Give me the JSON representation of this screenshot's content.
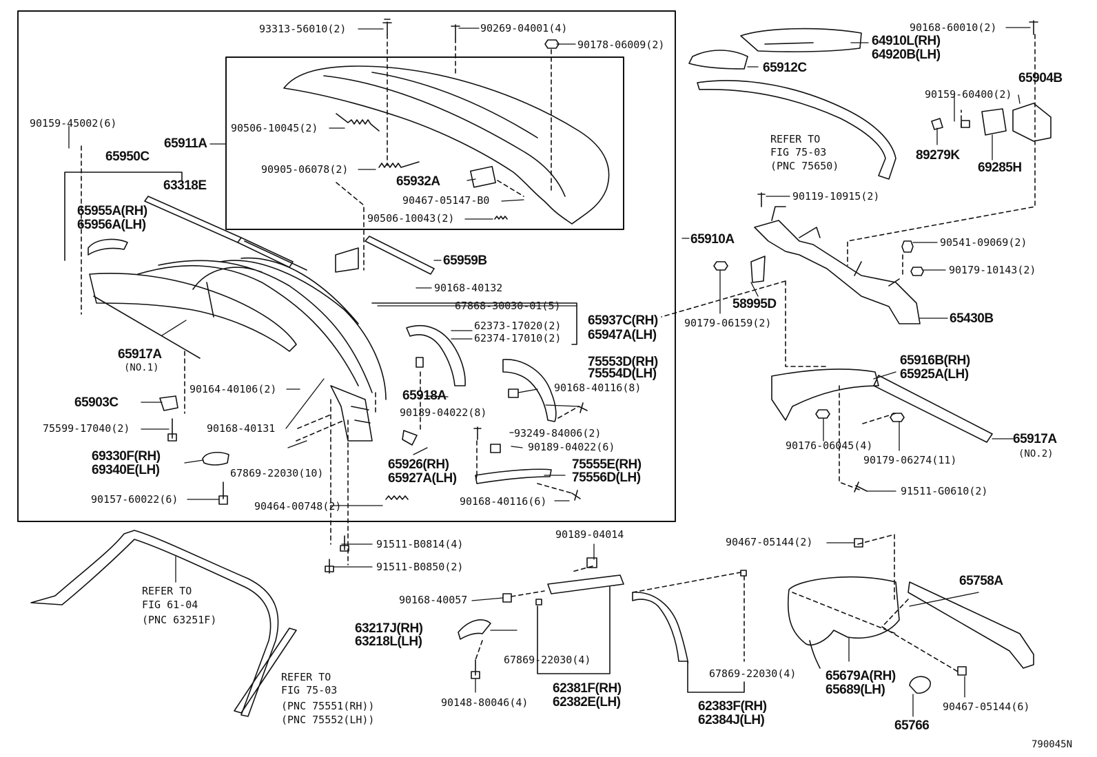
{
  "diagram_id": "790045N",
  "callouts": [
    {
      "id": "c1",
      "text": "93313-56010(2)"
    },
    {
      "id": "c2",
      "text": "90269-04001(4)"
    },
    {
      "id": "c3",
      "text": "90178-06009(2)"
    },
    {
      "id": "c4",
      "text": "90159-45002(6)"
    },
    {
      "id": "c5",
      "text": "65911A"
    },
    {
      "id": "c6",
      "text": "90506-10045(2)"
    },
    {
      "id": "c7",
      "text": "90905-06078(2)"
    },
    {
      "id": "c8",
      "text": "65932A"
    },
    {
      "id": "c9",
      "text": "90467-05147-B0"
    },
    {
      "id": "c10",
      "text": "90506-10043(2)"
    },
    {
      "id": "c11",
      "text": "65950C"
    },
    {
      "id": "c12",
      "text": "63318E"
    },
    {
      "id": "c13",
      "text": "65955A(RH)"
    },
    {
      "id": "c14",
      "text": "65956A(LH)"
    },
    {
      "id": "c15",
      "text": "65959B"
    },
    {
      "id": "c16",
      "text": "90168-40132"
    },
    {
      "id": "c17",
      "text": "67868-30030-01(5)"
    },
    {
      "id": "c18",
      "text": "62373-17020(2)"
    },
    {
      "id": "c19",
      "text": "62374-17010(2)"
    },
    {
      "id": "c20",
      "text": "65937C(RH)"
    },
    {
      "id": "c21",
      "text": "65947A(LH)"
    },
    {
      "id": "c22",
      "text": "65917A"
    },
    {
      "id": "c23",
      "text": "(NO.1)"
    },
    {
      "id": "c24",
      "text": "90164-40106(2)"
    },
    {
      "id": "c25",
      "text": "65918A"
    },
    {
      "id": "c26",
      "text": "75553D(RH)"
    },
    {
      "id": "c27",
      "text": "75554D(LH)"
    },
    {
      "id": "c28",
      "text": "90168-40116(8)"
    },
    {
      "id": "c29",
      "text": "65903C"
    },
    {
      "id": "c30",
      "text": "90189-04022(8)"
    },
    {
      "id": "c31",
      "text": "75599-17040(2)"
    },
    {
      "id": "c32",
      "text": "90168-40131"
    },
    {
      "id": "c33",
      "text": "93249-84006(2)"
    },
    {
      "id": "c34",
      "text": "90189-04022(6)"
    },
    {
      "id": "c35",
      "text": "69330F(RH)"
    },
    {
      "id": "c36",
      "text": "69340E(LH)"
    },
    {
      "id": "c37",
      "text": "65926(RH)"
    },
    {
      "id": "c38",
      "text": "65927A(LH)"
    },
    {
      "id": "c39",
      "text": "75555E(RH)"
    },
    {
      "id": "c40",
      "text": "75556D(LH)"
    },
    {
      "id": "c41",
      "text": "67869-22030(10)"
    },
    {
      "id": "c42",
      "text": "90157-60022(6)"
    },
    {
      "id": "c43",
      "text": "90464-00748(2)"
    },
    {
      "id": "c44",
      "text": "90168-40116(6)"
    },
    {
      "id": "c45",
      "text": "65910A"
    },
    {
      "id": "c46",
      "text": "90168-60010(2)"
    },
    {
      "id": "c47",
      "text": "64910L(RH)"
    },
    {
      "id": "c48",
      "text": "64920B(LH)"
    },
    {
      "id": "c49",
      "text": "65912C"
    },
    {
      "id": "c50",
      "text": "65904B"
    },
    {
      "id": "c51",
      "text": "90159-60400(2)"
    },
    {
      "id": "c52",
      "text": "REFER TO"
    },
    {
      "id": "c53",
      "text": "FIG 75-03"
    },
    {
      "id": "c54",
      "text": "(PNC 75650)"
    },
    {
      "id": "c55",
      "text": "89279K"
    },
    {
      "id": "c56",
      "text": "69285H"
    },
    {
      "id": "c57",
      "text": "90119-10915(2)"
    },
    {
      "id": "c58",
      "text": "90541-09069(2)"
    },
    {
      "id": "c59",
      "text": "90179-10143(2)"
    },
    {
      "id": "c60",
      "text": "58995D"
    },
    {
      "id": "c61",
      "text": "90179-06159(2)"
    },
    {
      "id": "c62",
      "text": "65430B"
    },
    {
      "id": "c63",
      "text": "65916B(RH)"
    },
    {
      "id": "c64",
      "text": "65925A(LH)"
    },
    {
      "id": "c65",
      "text": "65917A"
    },
    {
      "id": "c66",
      "text": "(NO.2)"
    },
    {
      "id": "c67",
      "text": "90176-06045(4)"
    },
    {
      "id": "c68",
      "text": "90179-06274(11)"
    },
    {
      "id": "c69",
      "text": "91511-G0610(2)"
    },
    {
      "id": "c70",
      "text": "91511-B0814(4)"
    },
    {
      "id": "c71",
      "text": "91511-B0850(2)"
    },
    {
      "id": "c72",
      "text": "REFER TO"
    },
    {
      "id": "c73",
      "text": "FIG 61-04"
    },
    {
      "id": "c74",
      "text": "(PNC 63251F)"
    },
    {
      "id": "c75",
      "text": "REFER TO"
    },
    {
      "id": "c76",
      "text": "FIG 75-03"
    },
    {
      "id": "c77",
      "text": "(PNC 75551(RH))"
    },
    {
      "id": "c78",
      "text": "(PNC 75552(LH))"
    },
    {
      "id": "c79",
      "text": "90189-04014"
    },
    {
      "id": "c80",
      "text": "90168-40057"
    },
    {
      "id": "c81",
      "text": "63217J(RH)"
    },
    {
      "id": "c82",
      "text": "63218L(LH)"
    },
    {
      "id": "c83",
      "text": "67869-22030(4)"
    },
    {
      "id": "c84",
      "text": "90148-80046(4)"
    },
    {
      "id": "c85",
      "text": "62381F(RH)"
    },
    {
      "id": "c86",
      "text": "62382E(LH)"
    },
    {
      "id": "c87",
      "text": "90467-05144(2)"
    },
    {
      "id": "c88",
      "text": "67869-22030(4)"
    },
    {
      "id": "c89",
      "text": "62383F(RH)"
    },
    {
      "id": "c90",
      "text": "62384J(LH)"
    },
    {
      "id": "c91",
      "text": "65758A"
    },
    {
      "id": "c92",
      "text": "65679A(RH)"
    },
    {
      "id": "c93",
      "text": "65689(LH)"
    },
    {
      "id": "c94",
      "text": "90467-05144(6)"
    },
    {
      "id": "c95",
      "text": "65766"
    }
  ]
}
